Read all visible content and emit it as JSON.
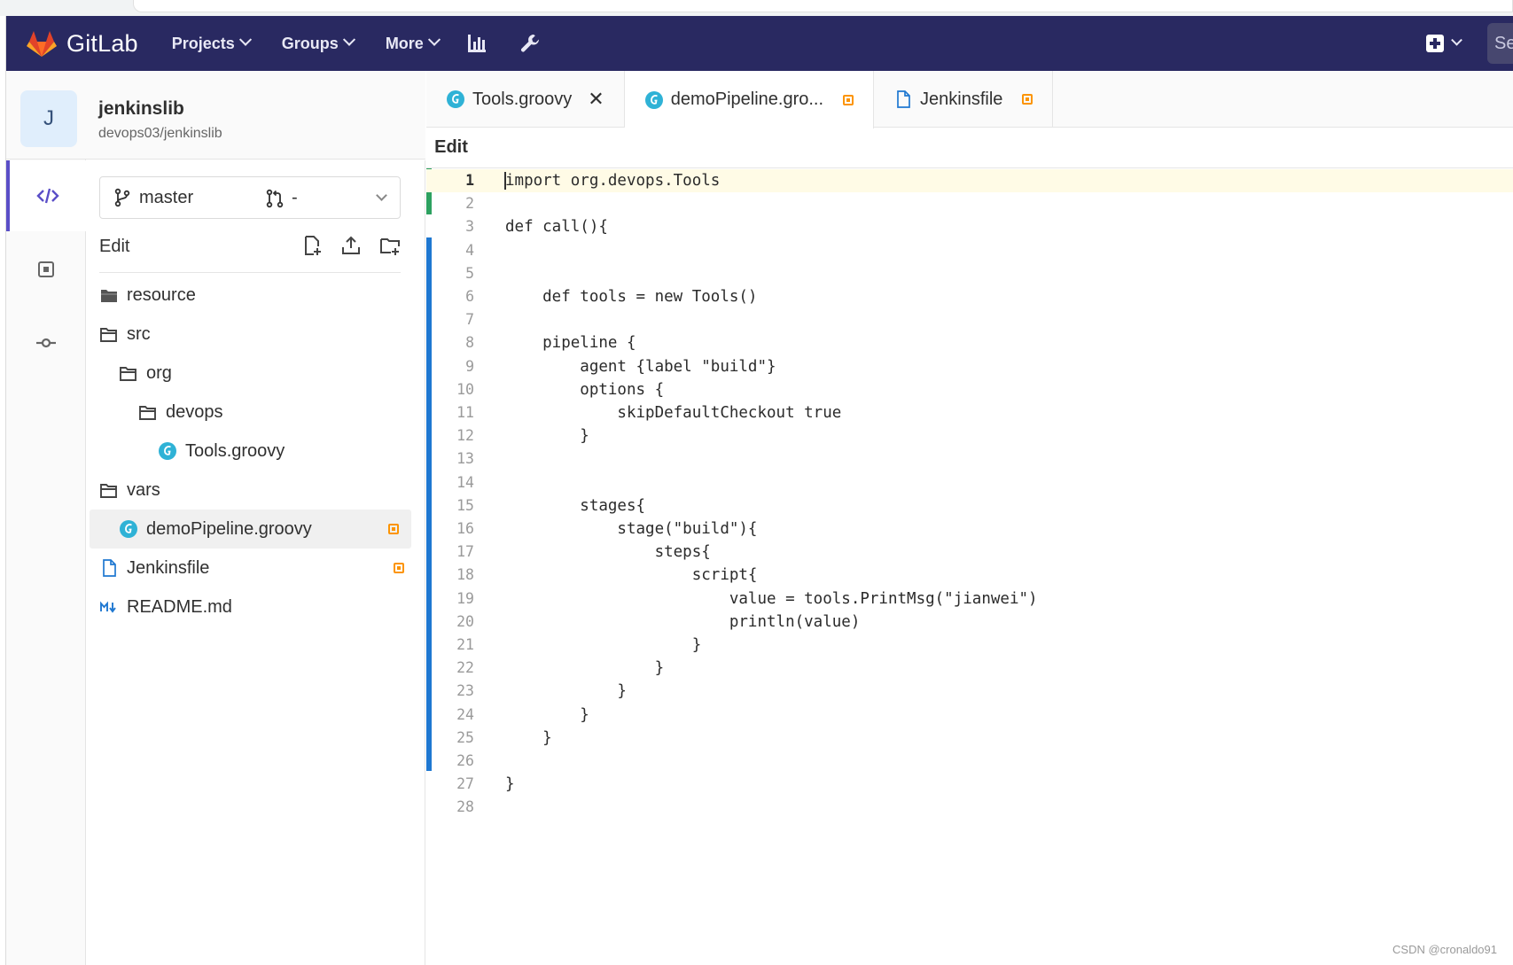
{
  "navbar": {
    "brand": "GitLab",
    "items": [
      {
        "label": "Projects"
      },
      {
        "label": "Groups"
      },
      {
        "label": "More"
      }
    ],
    "search_stub": "Se"
  },
  "project": {
    "avatar_letter": "J",
    "name": "jenkinslib",
    "path": "devops03/jenkinslib"
  },
  "file_panel": {
    "branch": "master",
    "merge_request": "-",
    "title": "Edit",
    "tree": [
      {
        "name": "resource",
        "type": "folder-closed",
        "depth": 0,
        "modified": false,
        "selected": false
      },
      {
        "name": "src",
        "type": "folder-open",
        "depth": 0,
        "modified": false,
        "selected": false
      },
      {
        "name": "org",
        "type": "folder-open",
        "depth": 1,
        "modified": false,
        "selected": false
      },
      {
        "name": "devops",
        "type": "folder-open",
        "depth": 2,
        "modified": false,
        "selected": false
      },
      {
        "name": "Tools.groovy",
        "type": "groovy",
        "depth": 3,
        "modified": false,
        "selected": false
      },
      {
        "name": "vars",
        "type": "folder-open",
        "depth": 0,
        "modified": false,
        "selected": false
      },
      {
        "name": "demoPipeline.groovy",
        "type": "groovy",
        "depth": 1,
        "modified": true,
        "selected": true
      },
      {
        "name": "Jenkinsfile",
        "type": "file",
        "depth": 0,
        "modified": true,
        "selected": false
      },
      {
        "name": "README.md",
        "type": "markdown",
        "depth": 0,
        "modified": false,
        "selected": false
      }
    ]
  },
  "editor": {
    "tabs": [
      {
        "label": "Tools.groovy",
        "icon": "groovy",
        "active": false,
        "state": "close"
      },
      {
        "label": "demoPipeline.gro...",
        "icon": "groovy",
        "active": true,
        "state": "modified"
      },
      {
        "label": "Jenkinsfile",
        "icon": "file",
        "active": false,
        "state": "modified"
      }
    ],
    "mode_tab": "Edit",
    "current_line": 1,
    "lines": [
      "import org.devops.Tools",
      "",
      "def call(){",
      "",
      "",
      "    def tools = new Tools()",
      "",
      "    pipeline {",
      "        agent {label \"build\"}",
      "        options {",
      "            skipDefaultCheckout true",
      "        }",
      "",
      "",
      "        stages{",
      "            stage(\"build\"){",
      "                steps{",
      "                    script{",
      "                        value = tools.PrintMsg(\"jianwei\")",
      "                        println(value)",
      "                    }",
      "                }",
      "            }",
      "        }",
      "    }",
      "",
      "}",
      ""
    ]
  },
  "watermark": "CSDN @cronaldo91",
  "colors": {
    "navbar": "#292961",
    "accent": "#5a4ec7",
    "modified": "#fc9403",
    "gutter_added": "#2da160",
    "gutter_changed": "#1f78d1",
    "groovy": "#2fb2d6"
  }
}
